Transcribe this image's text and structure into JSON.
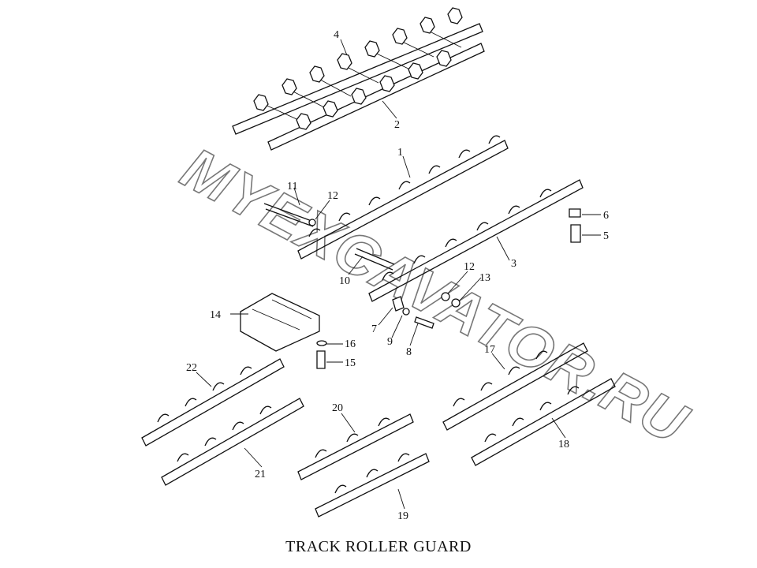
{
  "title": "TRACK ROLLER GUARD",
  "watermark": "MYEXCAVATOR.RU",
  "callouts": [
    "1",
    "2",
    "3",
    "4",
    "5",
    "6",
    "7",
    "8",
    "9",
    "10",
    "11",
    "12",
    "12",
    "13",
    "14",
    "15",
    "16",
    "17",
    "18",
    "19",
    "20",
    "21",
    "22"
  ]
}
